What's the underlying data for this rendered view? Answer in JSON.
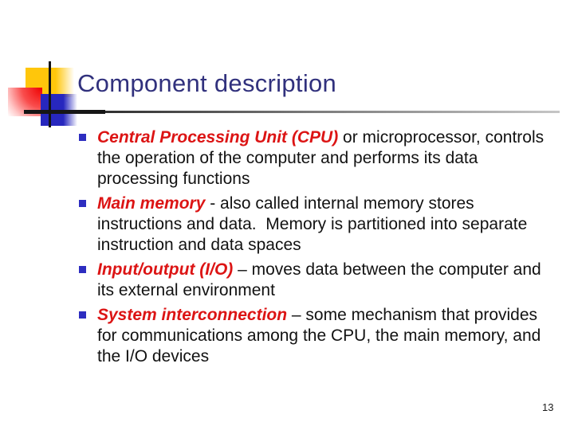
{
  "slide": {
    "title": "Component description",
    "page_number": "13",
    "bullets": [
      {
        "lead": "Central Processing Unit (CPU)",
        "rest": " or microprocessor, controls the operation of the computer and performs its data processing functions"
      },
      {
        "lead": "Main memory",
        "rest": " - also called internal memory stores instructions and data.  Memory is partitioned into separate instruction and data spaces"
      },
      {
        "lead": "Input/output (I/O)",
        "rest": " – moves data between the computer and its external environment"
      },
      {
        "lead": "System interconnection",
        "rest": " – some mechanism that provides for communications among the CPU, the main memory, and the I/O devices"
      }
    ],
    "colors": {
      "title_text": "#31317d",
      "lead_text": "#dc1414",
      "body_text": "#121212",
      "bullet_square": "#2d2dc0",
      "ornament_yellow": "#ffc60b",
      "ornament_red": "#ee0000",
      "ornament_blue": "#2727be"
    }
  }
}
